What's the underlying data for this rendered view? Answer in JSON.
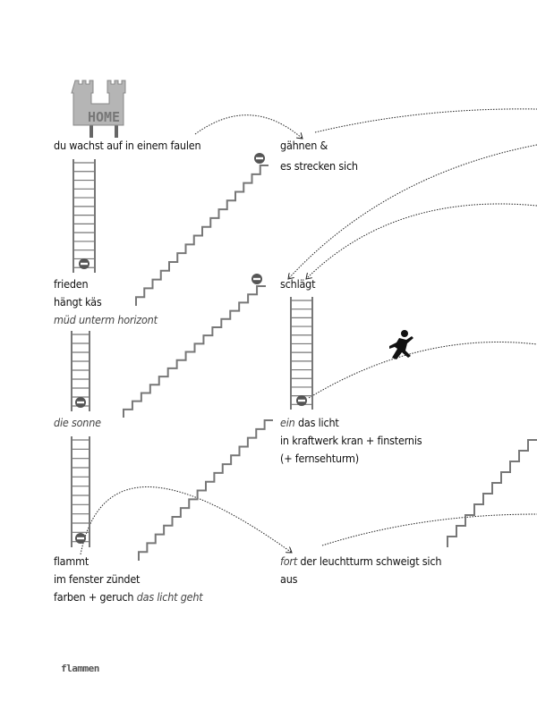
{
  "sign": {
    "label": "HOME"
  },
  "lines": {
    "l1": "du wachst auf in einem faulen",
    "r1a": "gähnen &",
    "r1b": "es strecken sich",
    "l2a": "frieden",
    "l2b": "hängt käs",
    "l2c": "müd unterm horizont",
    "r2a": "schlägt",
    "l3": "die sonne",
    "r3a_italic": "ein",
    "r3a": " das licht",
    "r3b": "in kraftwerk kran + finsternis",
    "r3c": "(+ fernsehturm)",
    "l4a": "flammt",
    "l4b": "im fenster zündet",
    "l4c": "farben + geruch ",
    "l4c_italic": "das licht geht",
    "r4a_italic": "fort",
    "r4a": " der leuchtturm schweigt sich",
    "r4b": "aus"
  },
  "footer": "flammen",
  "colors": {
    "drawing": "#777777",
    "sign": "#b5b5b5",
    "text": "#111111"
  }
}
